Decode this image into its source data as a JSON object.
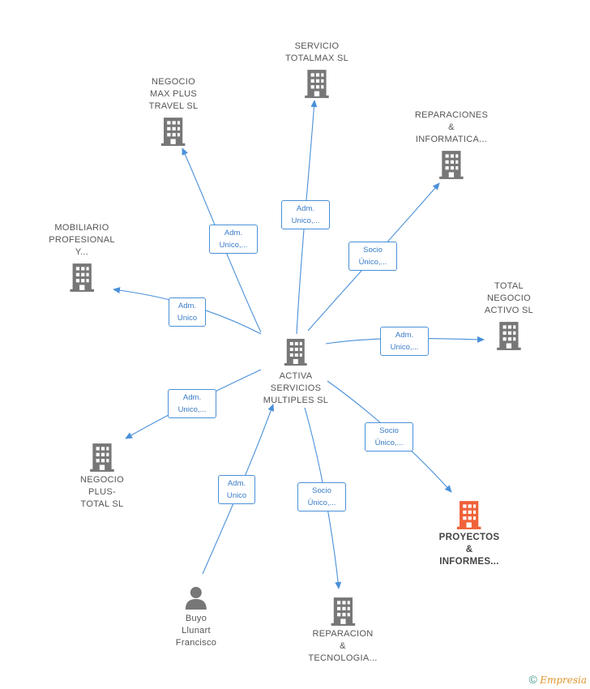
{
  "center": {
    "label": "ACTIVA\nSERVICIOS\nMULTIPLES  SL"
  },
  "nodes": [
    {
      "id": "servicio-totalmax",
      "label": "SERVICIO\nTOTALMAX  SL",
      "type": "company"
    },
    {
      "id": "negocio-max-plus-travel",
      "label": "NEGOCIO\nMAX PLUS\nTRAVEL  SL",
      "type": "company"
    },
    {
      "id": "reparaciones-informatica",
      "label": "REPARACIONES\n&\nINFORMATICA...",
      "type": "company"
    },
    {
      "id": "mobiliario-profesional",
      "label": "MOBILIARIO\nPROFESIONAL\nY...",
      "type": "company"
    },
    {
      "id": "total-negocio-activo",
      "label": "TOTAL\nNEGOCIO\nACTIVO  SL",
      "type": "company"
    },
    {
      "id": "negocio-plus-total",
      "label": "NEGOCIO\nPLUS-\nTOTAL  SL",
      "type": "company"
    },
    {
      "id": "proyectos-informes",
      "label": "PROYECTOS\n&\nINFORMES...",
      "type": "company-highlight"
    },
    {
      "id": "buyo-llunart-francisco",
      "label": "Buyo\nLlunart\nFrancisco",
      "type": "person"
    },
    {
      "id": "reparacion-tecnologia",
      "label": "REPARACION\n&\nTECNOLOGIA...",
      "type": "company"
    }
  ],
  "edges": [
    {
      "to": "servicio-totalmax",
      "label": "Adm.\nUnico,..."
    },
    {
      "to": "negocio-max-plus-travel",
      "label": "Adm.\nUnico,..."
    },
    {
      "to": "reparaciones-informatica",
      "label": "Socio\nÚnico,..."
    },
    {
      "to": "mobiliario-profesional",
      "label": "Adm.\nUnico"
    },
    {
      "to": "total-negocio-activo",
      "label": "Adm.\nUnico,..."
    },
    {
      "to": "negocio-plus-total",
      "label": "Adm.\nUnico,..."
    },
    {
      "to": "proyectos-informes",
      "label": "Socio\nÚnico,..."
    },
    {
      "to": "buyo-llunart-francisco",
      "label": "Adm.\nUnico"
    },
    {
      "to": "reparacion-tecnologia",
      "label": "Socio\nÚnico,..."
    }
  ],
  "colors": {
    "edge": "#4a90d9",
    "icon": "#777777",
    "highlight": "#f0623a"
  },
  "footer": {
    "copyright": "©",
    "brand": "Empresia"
  }
}
